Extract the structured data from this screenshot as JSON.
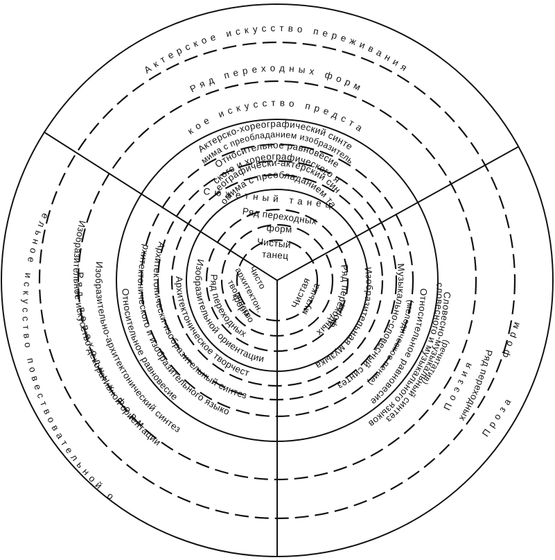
{
  "sectors": {
    "theater": {
      "outer_band": {
        "experience": "Актерское искусство переживания",
        "transitional": "Ряд переходных форм",
        "representation": "Актерское искусство представления"
      },
      "middle_band": {
        "line1": "Актерско-хореографический синтез",
        "line2": "(пантомима с преобладанием изобразительности)",
        "line3": "Относительное равновесие",
        "line4": "актерского и хореографического языков",
        "line5": "Хореографически-актерский синтез",
        "line6": "(пантомима с преобладанием танца)"
      },
      "inner_band": {
        "plot_dance": "Сюжетный танец",
        "transitional_1": "Ряд переходных",
        "transitional_2": "форм",
        "pure_1": "Чистый",
        "pure_2": "танец"
      }
    },
    "visual": {
      "outer_band": {
        "depictive": "Изобразительное искусство повествовательной ориентации",
        "transitional": "Ряд переходных форм",
        "decorative": "Изобразительное искусство декоративной ориентации"
      },
      "middle_band": {
        "line1": "Изобразительно-архитектонический синтез",
        "line2": "Относительное равновесие",
        "line3": "архитектонического и изобразительного языков",
        "line4": "Архитектонически-изобразительный синтез"
      },
      "inner_band": {
        "line1": "Архитектоническое творчест",
        "line2": "Изобразительной ориентации",
        "line3": "Ряд переходных",
        "line4": "форм",
        "pure_1": "Чисто",
        "pure_2": "архитектон.",
        "pure_3": "творчество"
      }
    },
    "music": {
      "outer_band": {
        "poetry": "Поэзия",
        "transitional_1": "Ряд переходных",
        "transitional_2": "форм",
        "prose": "Проза"
      },
      "middle_band": {
        "line1": "Музыкально-словесный синтез",
        "line2": "(мелодическое пение)",
        "line3": "Относительное равновесие",
        "line4": "словесного и музыкального языков",
        "line5": "Словесно-музыкальный синтез",
        "line6": "(речитатив)"
      },
      "inner_band": {
        "line1": "Изобразительная музыка",
        "line2": "Ряд переходных",
        "line3": "форм",
        "pure_1": "Чистая",
        "pure_2": "музыка"
      }
    }
  }
}
